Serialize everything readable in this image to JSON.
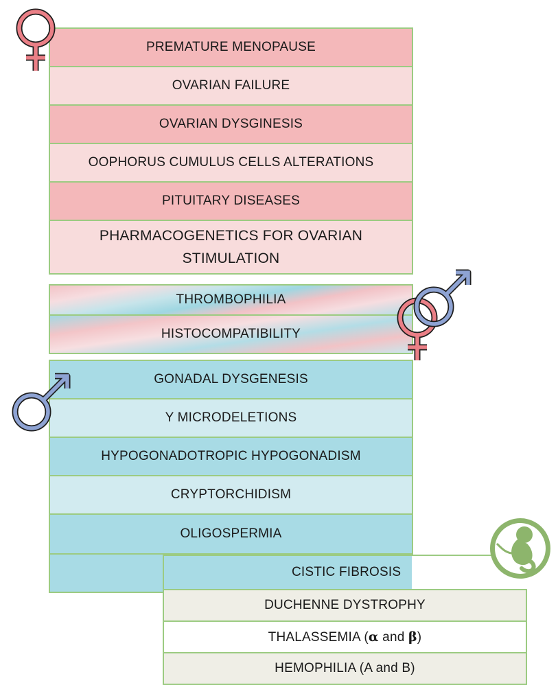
{
  "female_section": {
    "rows": [
      "PREMATURE MENOPAUSE",
      "OVARIAN FAILURE",
      "OVARIAN DYSGINESIS",
      "OOPHORUS CUMULUS CELLS ALTERATIONS",
      "PITUITARY DISEASES"
    ],
    "last_row_line1": "PHARMACOGENETICS FOR OVARIAN",
    "last_row_line2": "STIMULATION"
  },
  "shared_section": {
    "rows": [
      "THROMBOPHILIA",
      "HISTOCOMPATIBILITY"
    ]
  },
  "male_section": {
    "rows": [
      "GONADAL DYSGENESIS",
      "Y MICRODELETIONS",
      "HYPOGONADOTROPIC HYPOGONADISM",
      "CRYPTORCHIDISM",
      "OLIGOSPERMIA"
    ]
  },
  "prenatal_section": {
    "rows": [
      "CISTIC FIBROSIS",
      "DUCHENNE DYSTROPHY"
    ],
    "thalassemia": {
      "prefix": "THALASSEMIA (",
      "alpha": "α",
      "and": " and ",
      "beta": "β",
      "suffix": ")"
    },
    "hemophilia": "HEMOPHILIA (A and B)"
  },
  "icons": {
    "female": "female-symbol-icon",
    "male": "male-symbol-icon",
    "couple": "male-female-symbols-icon",
    "fetus": "fetus-icon"
  },
  "colors": {
    "pink_dark": "#f4b8ba",
    "pink_light": "#f8dcdc",
    "blue_dark": "#a8dbe5",
    "blue_light": "#d2ebf0",
    "border_green": "#9ccb82",
    "female_symbol": "#ea7f86",
    "male_symbol": "#8ea3d3",
    "fetus_green": "#8db56c"
  }
}
